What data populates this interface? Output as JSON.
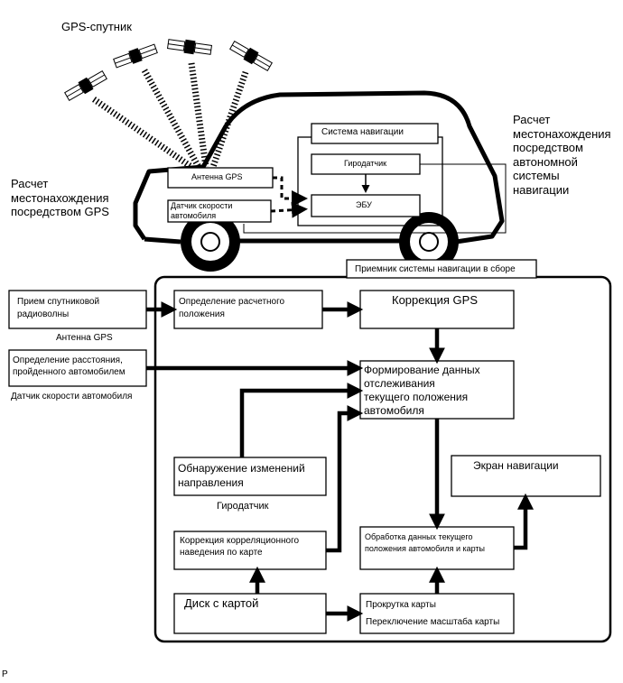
{
  "top": {
    "gps_satellite": "GPS-спутник",
    "gps_positioning": [
      "Расчет",
      "местонахождения",
      "посредством GPS"
    ],
    "autonomous_positioning": [
      "Расчет",
      "местонахождения",
      "посредством",
      "автономной",
      "системы",
      "навигации"
    ]
  },
  "car": {
    "nav_system": "Система навигации",
    "gyro": "Гиродатчик",
    "ecu": "ЭБУ",
    "gps_antenna": "Антенна GPS",
    "speed_sensor": [
      "Датчик скорости",
      "автомобиля"
    ]
  },
  "receiver_assembly": "Приемник системы навигации в сборе",
  "blocks": {
    "satellite_reception": [
      "Прием спутниковой",
      "радиоволны"
    ],
    "gps_antenna_caption": "Антенна GPS",
    "distance": [
      "Определение расстояния,",
      "пройденного автомобилем"
    ],
    "speed_sensor_caption": "Датчик скорости автомобиля",
    "calc_position": [
      "Определение расчетного",
      "положения"
    ],
    "gps_correction": "Коррекция GPS",
    "tracking_data": [
      "Формирование данных",
      "отслеживания",
      "текущего положения",
      "автомобиля"
    ],
    "direction_change": [
      "Обнаружение изменений",
      "направления"
    ],
    "gyro_caption": "Гиродатчик",
    "nav_screen": "Экран навигации",
    "map_matching": [
      "Коррекция корреляционного",
      "наведения по карте"
    ],
    "data_processing": [
      "Обработка данных текущего",
      "положения автомобиля и карты"
    ],
    "map_disc": "Диск с картой",
    "map_scroll": "Прокрутка карты",
    "map_zoom": "Переключение масштаба карты"
  },
  "footer_mark": "P"
}
